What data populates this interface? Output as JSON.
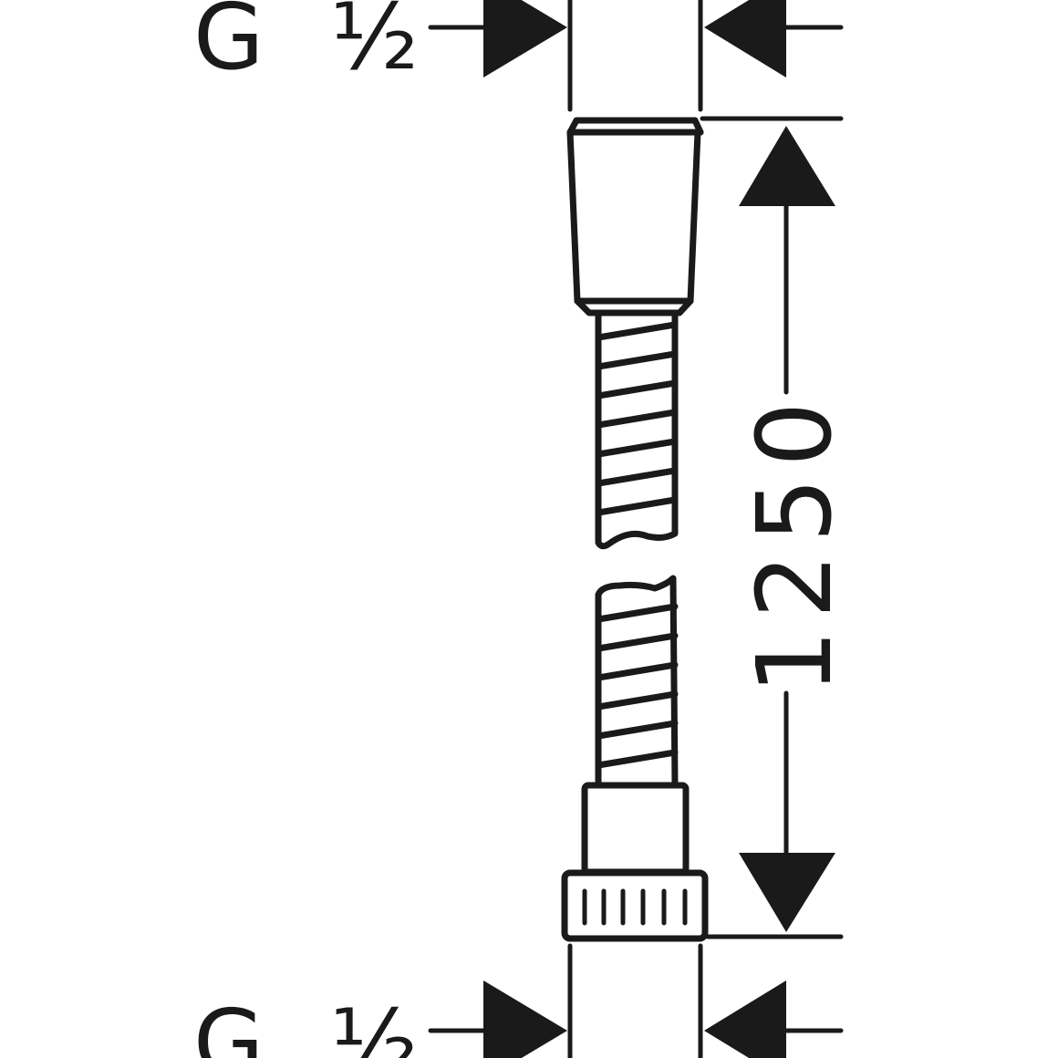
{
  "top_label": {
    "thread": "G",
    "size": "½"
  },
  "bottom_label": {
    "thread": "G",
    "size": "½"
  },
  "length_dimension": "1250",
  "colors": {
    "ink": "#1a1a1a",
    "background": "#ffffff"
  }
}
